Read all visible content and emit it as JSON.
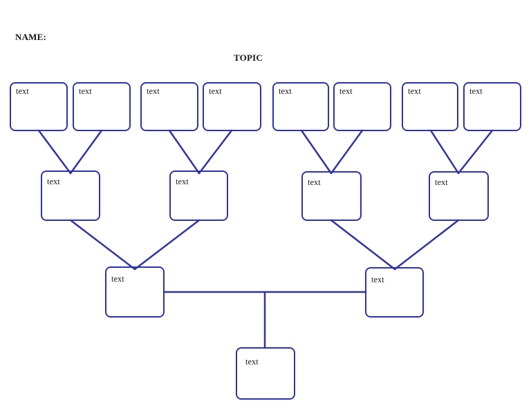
{
  "header": {
    "name_label": "NAME:",
    "title": "TOPIC"
  },
  "colors": {
    "connector_line": "#2e32a6",
    "box_border": "#2e32a6",
    "box_fill": "#ffffff",
    "text": "#1c1c1c",
    "background": "#ffffff"
  },
  "nodes": {
    "top": [
      "text",
      "text",
      "text",
      "text",
      "text",
      "text",
      "text",
      "text"
    ],
    "middle": [
      "text",
      "text",
      "text",
      "text"
    ],
    "lower": [
      "text",
      "text"
    ],
    "root": "text"
  }
}
